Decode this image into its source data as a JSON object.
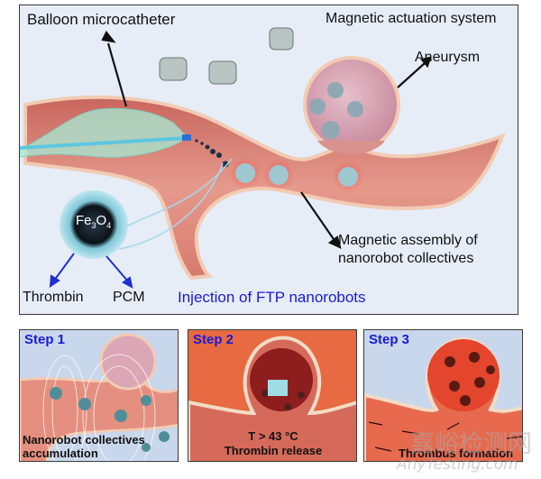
{
  "main_panel": {
    "labels": {
      "balloon": "Balloon microcatheter",
      "magnetic_system": "Magnetic actuation system",
      "aneurysm": "Aneurysm",
      "assembly_line1": "Magnetic assembly of",
      "assembly_line2": "nanorobot collectives",
      "core": "Fe3O4",
      "core_main": "Fe",
      "core_sub1": "3",
      "core_o": "O",
      "core_sub2": "4",
      "thrombin": "Thrombin",
      "pcm": "PCM",
      "injection": "Injection of FTP nanorobots"
    },
    "colors": {
      "background": "#e6edf7",
      "vessel": "#e08a80",
      "vessel_wall": "#f1c8b0",
      "aneurysm": "#d9a0b0",
      "caption_blue": "#1a1ad6",
      "balloon": "#9fe3cf"
    }
  },
  "steps": [
    {
      "title": "Step 1",
      "caption_line1": "Nanorobot collectives",
      "caption_line2": "accumulation"
    },
    {
      "title": "Step 2",
      "caption_line1": "T > 43 °C",
      "caption_line2": "Thrombin release"
    },
    {
      "title": "Step 3",
      "caption_line1": "Thrombus formation",
      "caption_line2": ""
    }
  ],
  "watermark": {
    "chinese": "嘉峪检测网",
    "latin": "AnyTesting.com"
  }
}
